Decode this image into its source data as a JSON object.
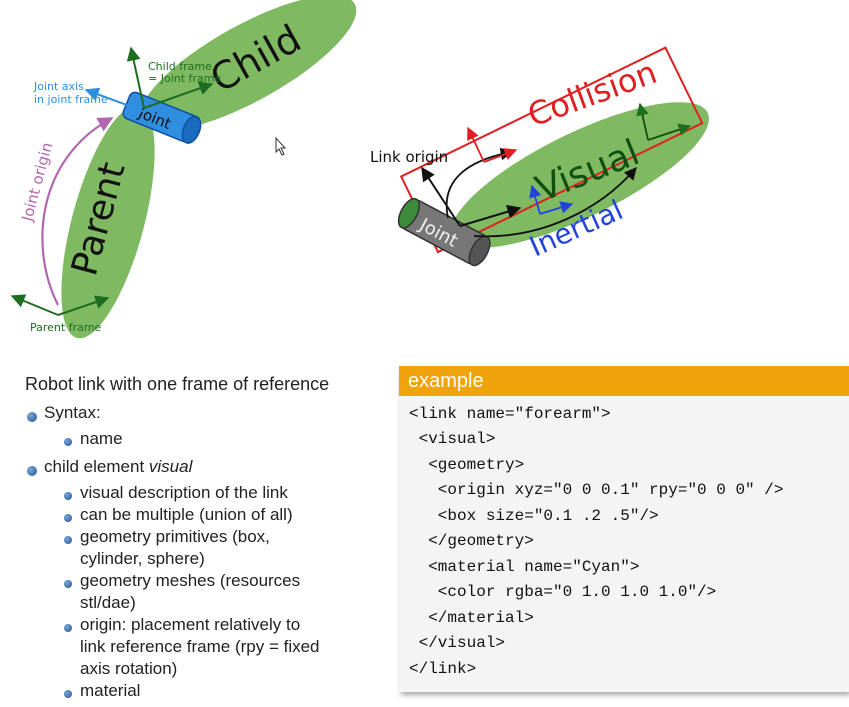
{
  "diagram": {
    "left": {
      "child_label": "Child",
      "parent_label": "Parent",
      "joint_label": "Joint",
      "child_frame_label": [
        "Child frame",
        "= Joint frame"
      ],
      "joint_axis_label": [
        "Joint axis",
        "in joint frame"
      ],
      "joint_origin_label": "Joint origin",
      "parent_frame_label": "Parent frame"
    },
    "right": {
      "link_origin_label": "Link origin",
      "collision_label": "Collision",
      "visual_label": "Visual",
      "inertial_label": "Inertial",
      "joint_label": "Joint"
    },
    "colors": {
      "link_green": "#7fba63",
      "frame_green": "#1f6e1f",
      "joint_blue": "#2f8ee0",
      "joint_gray": "#777777",
      "origin_purple": "#b366b0",
      "collision_red": "#e02020",
      "inertial_blue": "#2244dd"
    }
  },
  "text": {
    "heading": "Robot link with one frame of reference",
    "items": [
      {
        "level": 1,
        "text": "Syntax:"
      },
      {
        "level": 2,
        "text": "name"
      },
      {
        "level": 1,
        "text": "child element ",
        "italic": "visual"
      },
      {
        "level": 2,
        "text": "visual description of the link"
      },
      {
        "level": 2,
        "text": "can be multiple (union of all)"
      },
      {
        "level": 2,
        "text": "geometry primitives (box,",
        "cont": "cylinder, sphere)"
      },
      {
        "level": 2,
        "text": "geometry meshes (resources",
        "cont": "stl/dae)"
      },
      {
        "level": 2,
        "text": "origin: placement relatively to",
        "cont": "link reference frame (rpy = fixed",
        "cont2": "axis rotation)"
      },
      {
        "level": 2,
        "text": "material"
      }
    ]
  },
  "example": {
    "title": "example",
    "accent": "#f0a30a",
    "lines": [
      "<link name=\"forearm\">",
      " <visual>",
      "  <geometry>",
      "   <origin xyz=\"0 0 0.1\" rpy=\"0 0 0\" />",
      "   <box size=\"0.1 .2 .5\"/>",
      "  </geometry>",
      "  <material name=\"Cyan\">",
      "   <color rgba=\"0 1.0 1.0 1.0\"/>",
      "  </material>",
      " </visual>",
      "</link>"
    ]
  }
}
